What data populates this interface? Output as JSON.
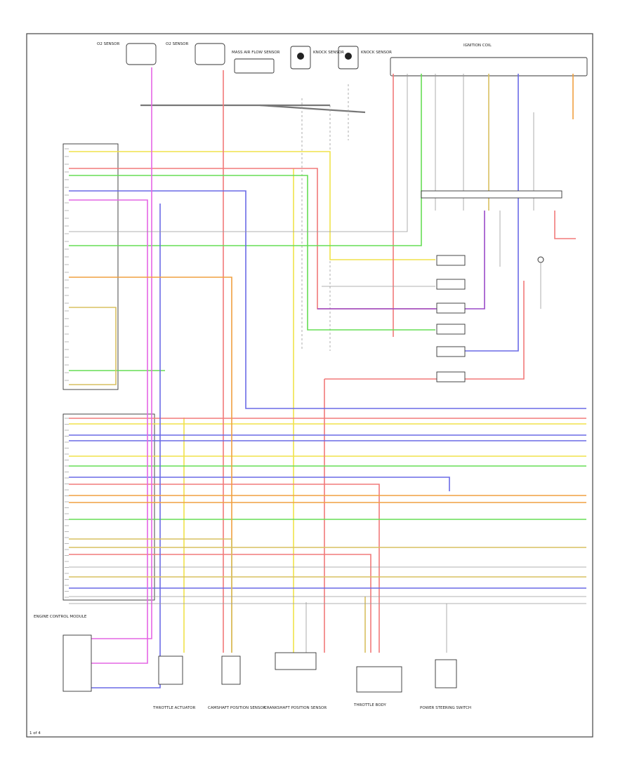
{
  "colors": {
    "yellow": "#f0e24a",
    "red": "#f27a7a",
    "green": "#66dd55",
    "blue": "#6a6ae6",
    "magenta": "#e466e4",
    "orange": "#f0a040",
    "tan": "#d8c060",
    "violet": "#9a4ac8",
    "gray": "#8a8a8a",
    "lightgreen": "#90e080"
  },
  "components": [
    {
      "id": "o2-upstream",
      "label": "O2 SENSOR"
    },
    {
      "id": "o2-downstream",
      "label": "O2 SENSOR"
    },
    {
      "id": "mass-air-flow",
      "label": "MASS AIR FLOW SENSOR"
    },
    {
      "id": "knock-sensor-1",
      "label": "KNOCK SENSOR"
    },
    {
      "id": "knock-sensor-2",
      "label": "KNOCK SENSOR"
    },
    {
      "id": "ignition-coil-pack",
      "label": "IGNITION COIL"
    },
    {
      "id": "engine-control-module",
      "label": "ENGINE CONTROL MODULE"
    },
    {
      "id": "throttle-actuator",
      "label": "THROTTLE ACTUATOR"
    },
    {
      "id": "camshaft-sensor",
      "label": "CAMSHAFT POSITION SENSOR"
    },
    {
      "id": "crankshaft-sensor",
      "label": "CRANKSHAFT POSITION SENSOR"
    },
    {
      "id": "electronic-control-unit",
      "label": "THROTTLE BODY"
    },
    {
      "id": "power-steering-switch",
      "label": "POWER STEERING SWITCH"
    }
  ],
  "footer": {
    "page": "1 of 4"
  }
}
